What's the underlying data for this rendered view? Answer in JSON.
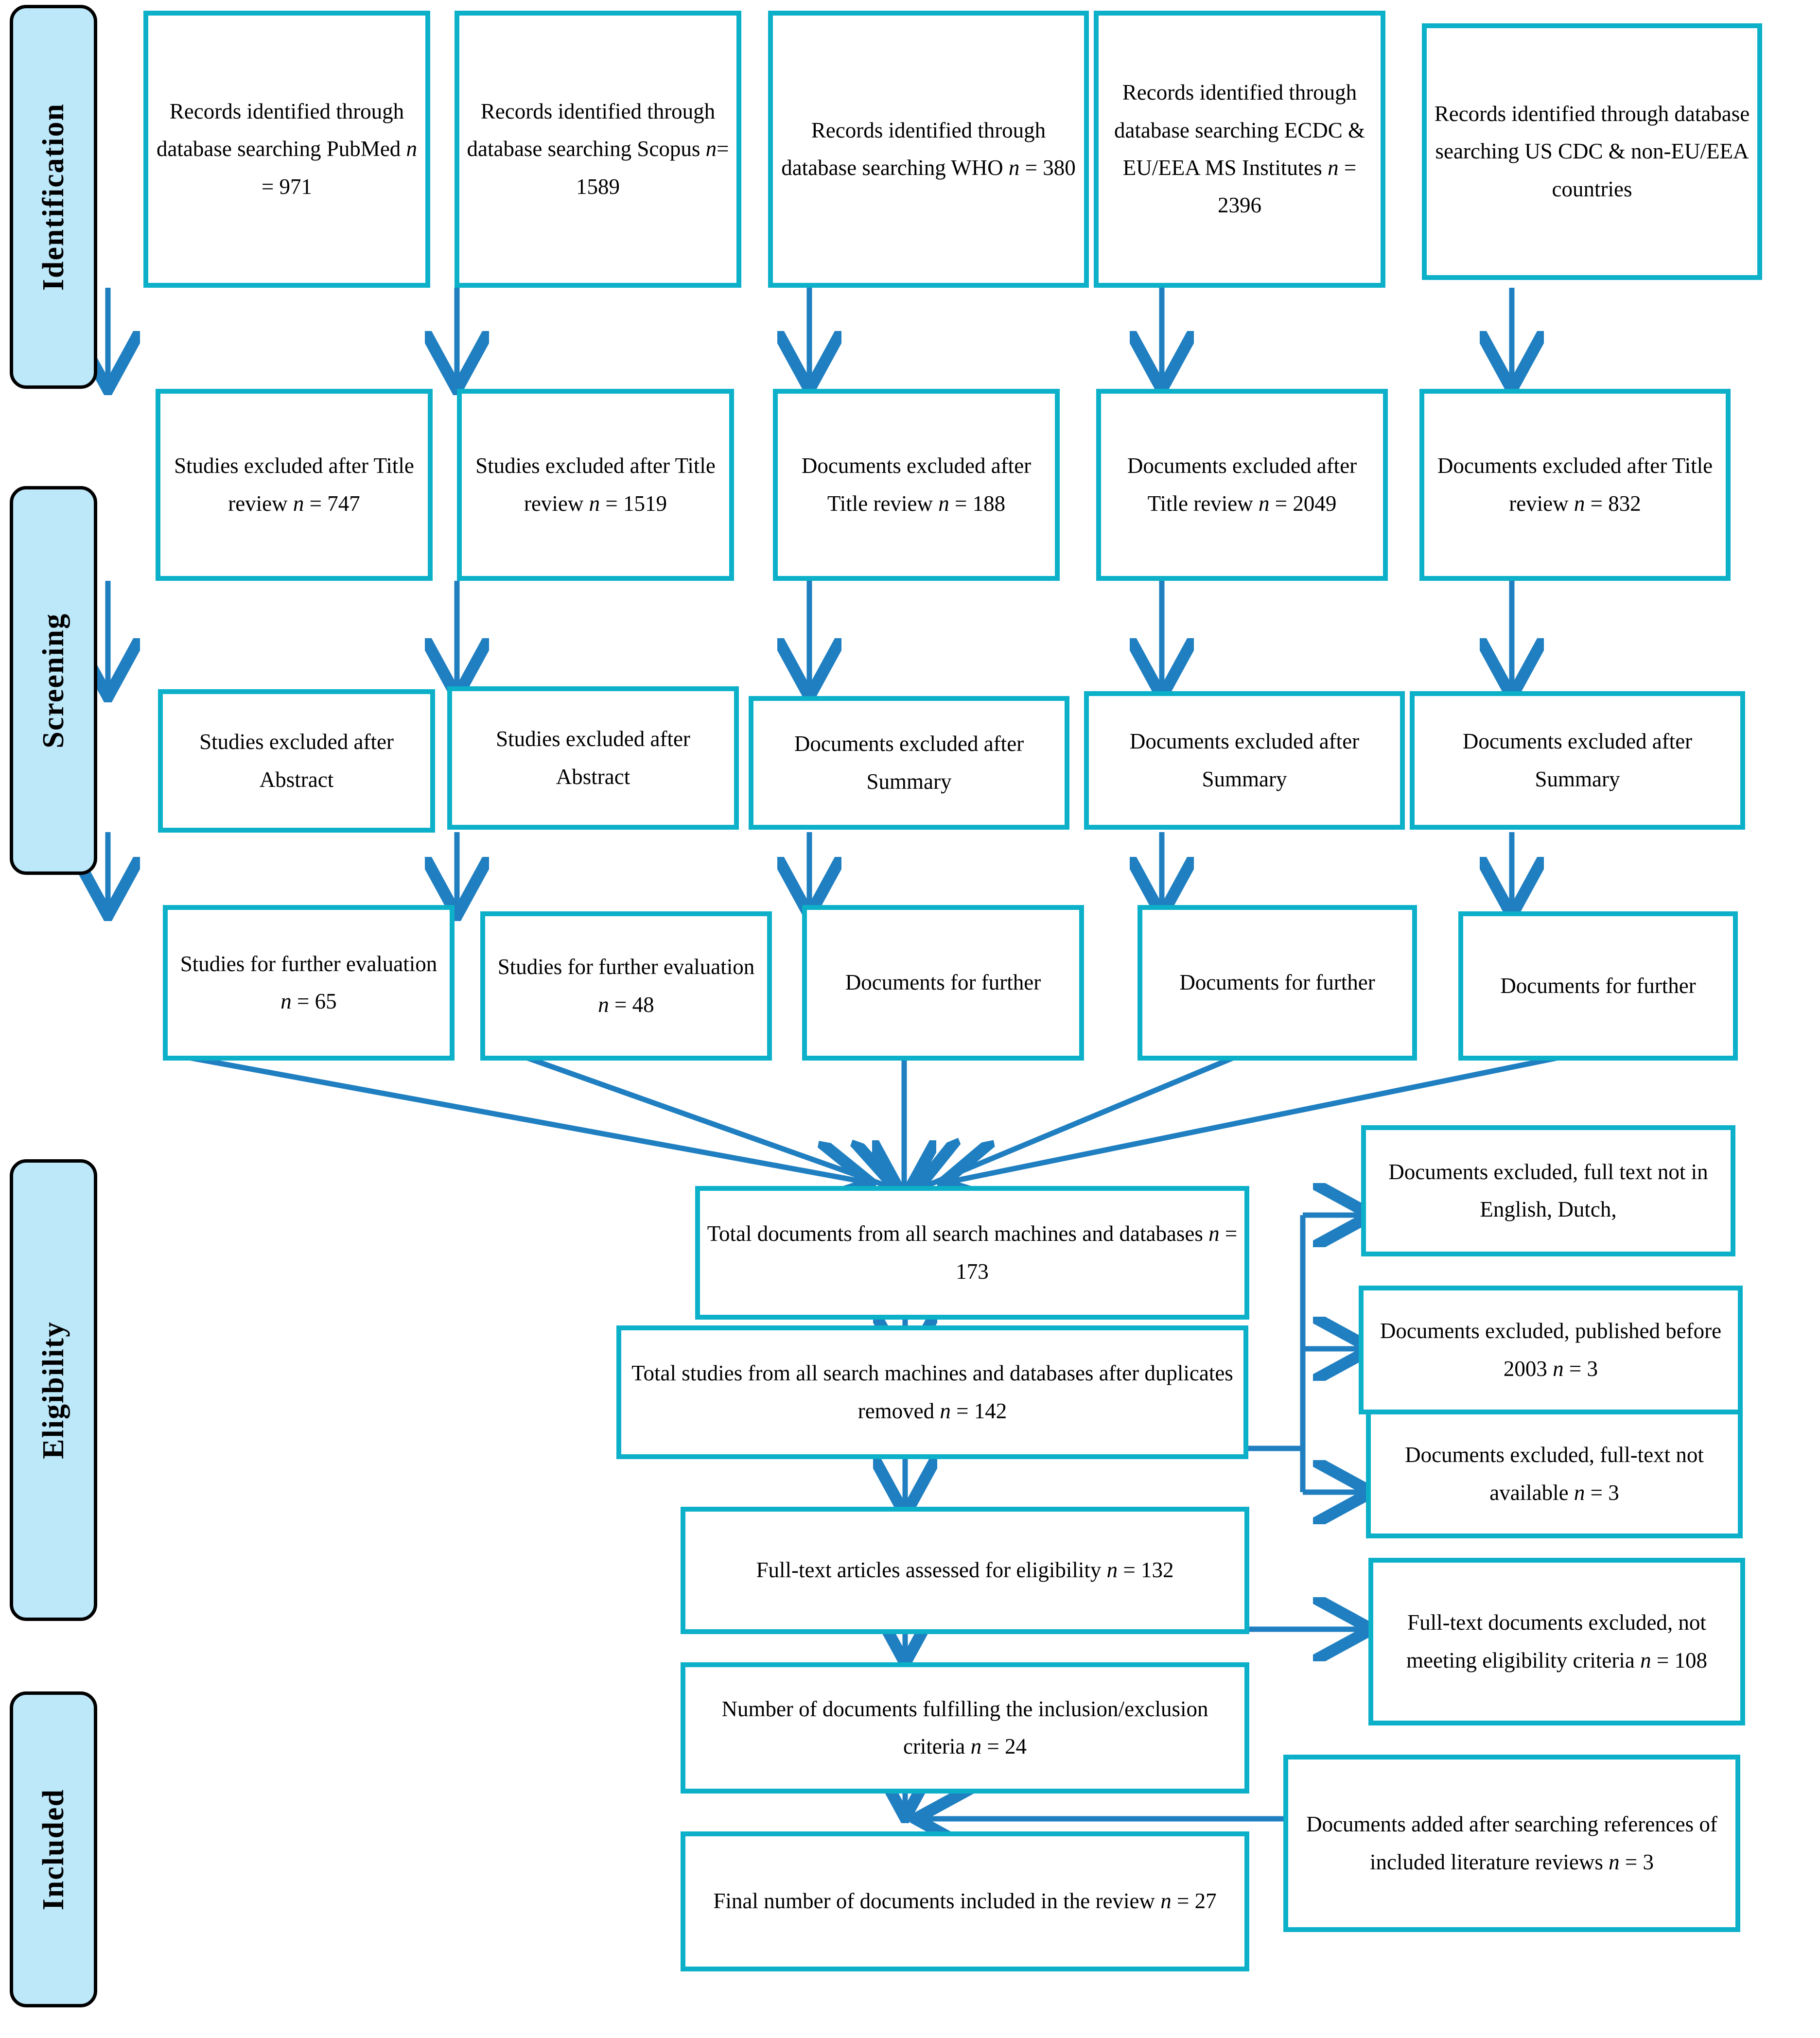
{
  "diagram": {
    "type": "prisma-flow-diagram",
    "accent_color": "#0cb0c8",
    "arrow_color": "#1f7fc0",
    "stage_pill_fill": "#bde8fa"
  },
  "stages": [
    {
      "label": "Identification"
    },
    {
      "label": "Screening"
    },
    {
      "label": "Eligibility"
    },
    {
      "label": "Included"
    }
  ],
  "identification_row": [
    {
      "text": "Records identified through database searching PubMed n = 971"
    },
    {
      "text": "Records identified through database searching Scopus n= 1589"
    },
    {
      "text": "Records identified through database searching WHO n = 380"
    },
    {
      "text": "Records identified through database searching ECDC & EU/EEA MS Institutes n = 2396"
    },
    {
      "text": "Records identified through database searching US CDC & non-EU/EEA countries"
    }
  ],
  "title_review_row": [
    {
      "text": "Studies excluded after Title review n = 747"
    },
    {
      "text": "Studies excluded after Title review n = 1519"
    },
    {
      "text": "Documents excluded after Title review n = 188"
    },
    {
      "text": "Documents excluded after Title review n = 2049"
    },
    {
      "text": "Documents excluded after Title review n = 832"
    }
  ],
  "abstract_summary_row": [
    {
      "text": "Studies excluded after Abstract"
    },
    {
      "text": "Studies excluded after Abstract"
    },
    {
      "text": "Documents excluded after Summary"
    },
    {
      "text": "Documents excluded after Summary"
    },
    {
      "text": "Documents excluded after Summary"
    }
  ],
  "further_evaluation_row": [
    {
      "text": "Studies for further evaluation n = 65"
    },
    {
      "text": "Studies for further evaluation n = 48"
    },
    {
      "text": "Documents for further"
    },
    {
      "text": "Documents for further"
    },
    {
      "text": "Documents for further"
    }
  ],
  "eligibility_chain": [
    {
      "text": "Total documents from all search machines and databases n = 173"
    },
    {
      "text": "Total studies from all search machines and databases after duplicates removed n = 142"
    },
    {
      "text": "Full-text articles assessed for eligibility n = 132"
    },
    {
      "text": "Number of documents fulfilling the inclusion/exclusion criteria n = 24"
    },
    {
      "text": "Final number of documents included in the review n = 27"
    }
  ],
  "side_boxes": [
    {
      "text": "Documents excluded, full text not in English, Dutch,"
    },
    {
      "text": "Documents excluded, published before 2003 n = 3"
    },
    {
      "text": "Documents excluded, full-text not available n = 3"
    },
    {
      "text": "Full-text documents excluded, not meeting eligibility criteria n = 108"
    },
    {
      "text": "Documents added after searching references of included literature reviews n = 3"
    }
  ]
}
